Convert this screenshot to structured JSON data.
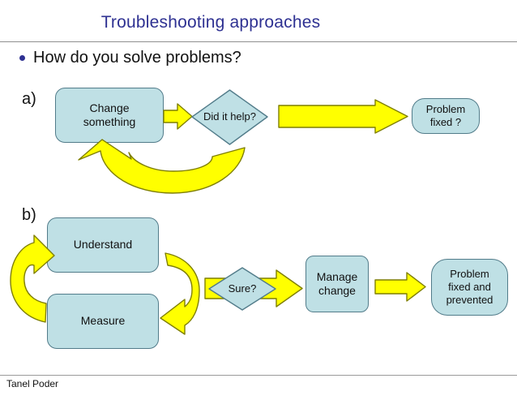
{
  "slide": {
    "title": "Troubleshooting approaches",
    "bullet": "How do you solve problems?",
    "footer": "Tanel Poder",
    "colors": {
      "title_text": "#2e3192",
      "shape_fill": "#bfe0e5",
      "shape_border": "#527c8a",
      "arrow_fill": "#ffff00",
      "arrow_border": "#7f7f00",
      "body_text": "#111111"
    }
  },
  "flow_a": {
    "label": "a)",
    "change_box": "Change\nsomething",
    "decision": "Did it help?",
    "result_box": "Problem\nfixed ?"
  },
  "flow_b": {
    "label": "b)",
    "understand_box": "Understand",
    "measure_box": "Measure",
    "decision": "Sure?",
    "manage_box": "Manage\nchange",
    "result_box": "Problem\nfixed and\nprevented"
  }
}
